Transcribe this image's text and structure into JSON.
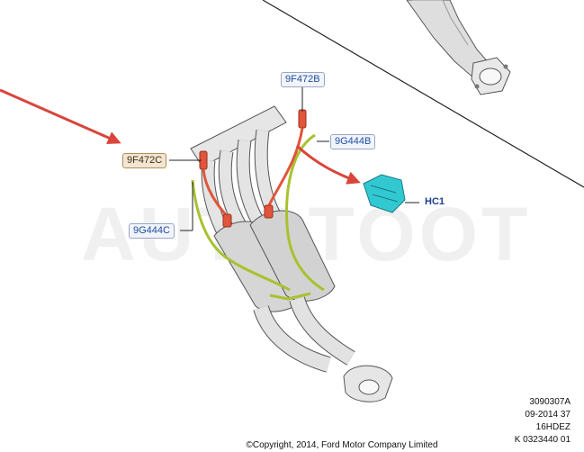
{
  "watermark": "AUTOTOOT",
  "callouts": {
    "c1": "9F472B",
    "c2": "9G444B",
    "c3": "9F472C",
    "c4": "9G444C",
    "c5": "HC1"
  },
  "reference": {
    "line1": "3090307A",
    "line2": "09-2014 37",
    "line3": "16HDEZ",
    "line4": "K 0323440 01"
  },
  "copyright": "©Copyright, 2014, Ford Motor Company Limited",
  "colors": {
    "pointer_arrow": "#d9453b",
    "heated_sensor": "#e0553b",
    "sensor_wiring": "#a7c22e",
    "connector": "#32c8d2",
    "callout_text": "#1f4ea3",
    "pipe_metal": "#dcdcdc"
  }
}
